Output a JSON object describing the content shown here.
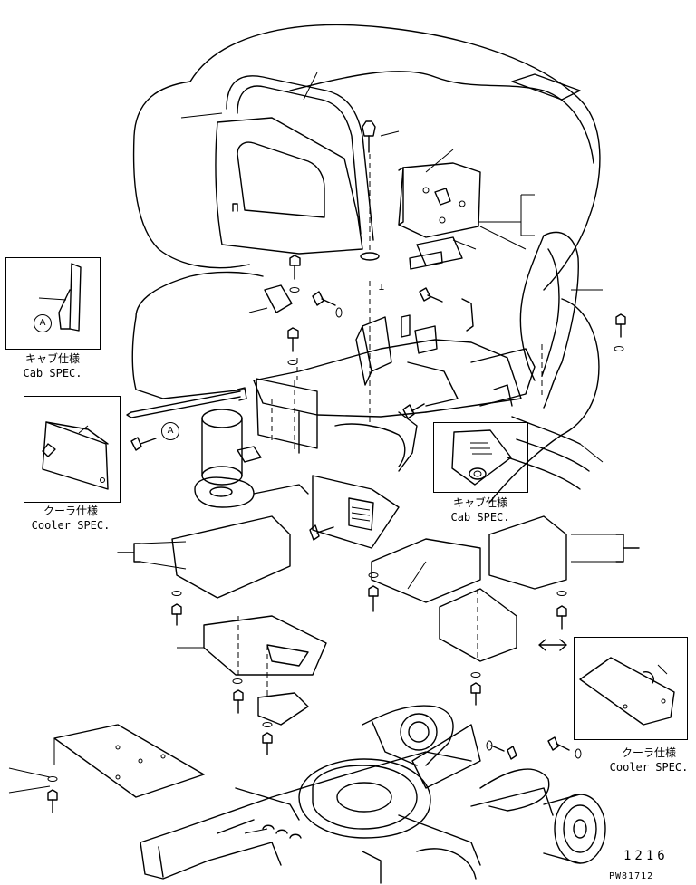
{
  "marker_letter": "A",
  "insets": {
    "cab_bracket": {
      "caption_jp": "キャブ仕様",
      "caption_en": "Cab SPEC."
    },
    "cooler_bracket": {
      "caption_jp": "クーラ仕様",
      "caption_en": "Cooler SPEC."
    },
    "cab_cover": {
      "caption_jp": "キャブ仕様",
      "caption_en": "Cab SPEC."
    },
    "cooler_cover": {
      "caption_jp": "クーラ仕様",
      "caption_en": "Cooler SPEC."
    }
  },
  "page_number": "1216",
  "drawing_ref": "PW81712",
  "plate_mark": "⊥"
}
